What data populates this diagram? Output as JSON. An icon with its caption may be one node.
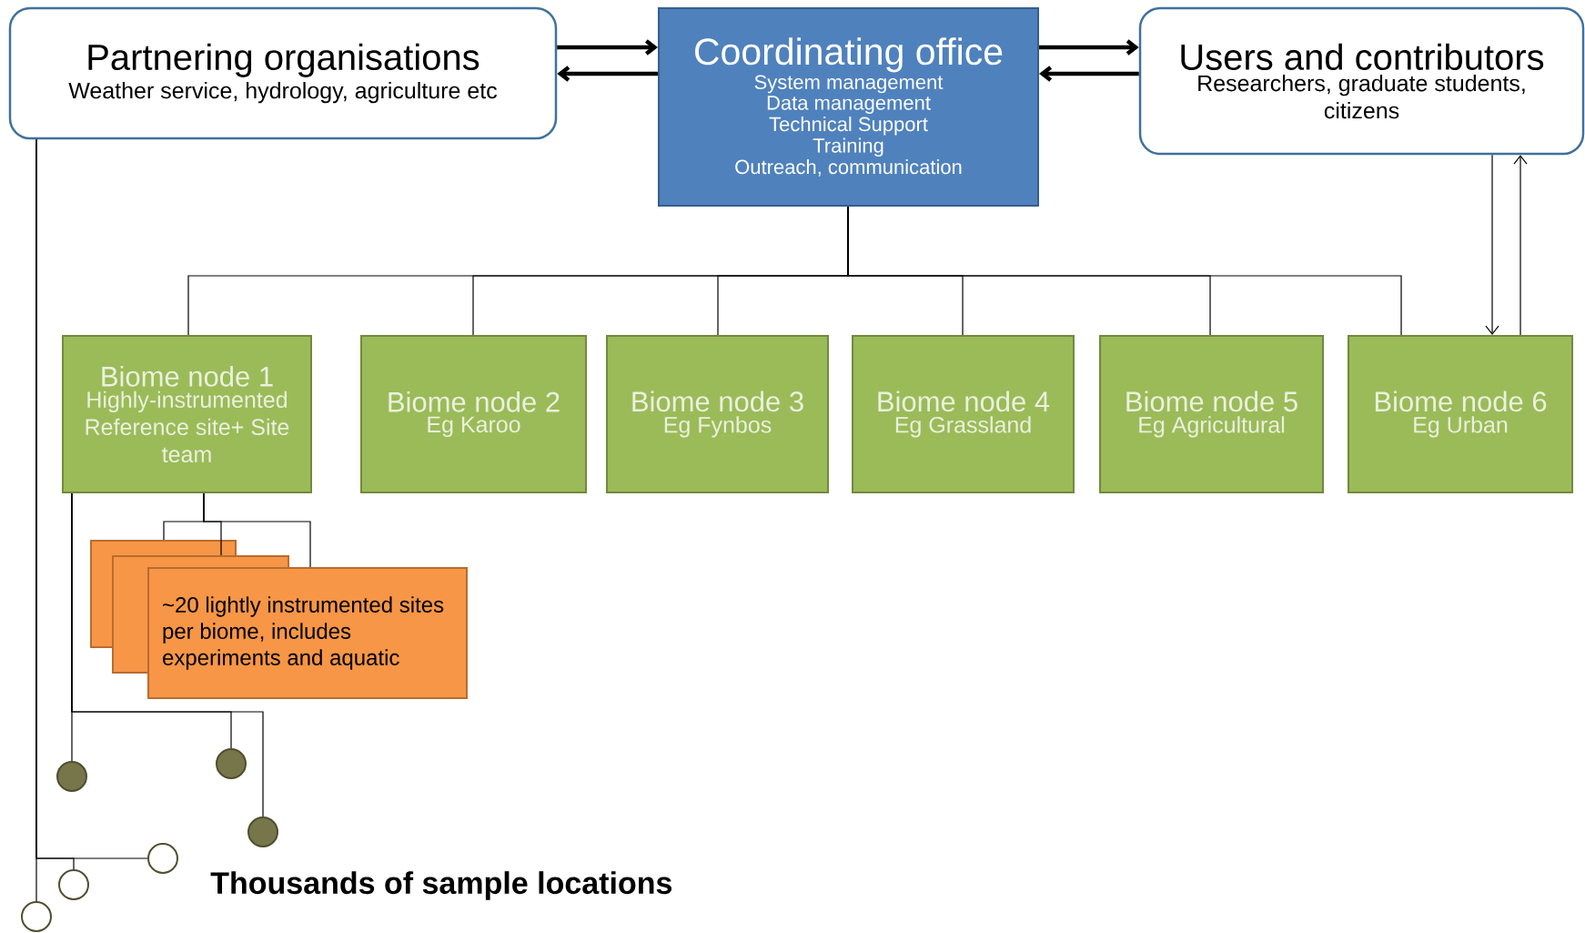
{
  "diagram": {
    "nodes": [
      {
        "text": [
          "Partnering organisations",
          "Weather service, hydrology, agriculture etc"
        ]
      },
      {
        "text": [
          "Coordinating office",
          "System management",
          "Data management",
          "Technical Support",
          "Training",
          "Outreach, communication"
        ]
      },
      {
        "text": [
          "Users and contributors",
          "Researchers, graduate students, citizens"
        ]
      },
      {
        "text": [
          "Biome node 1",
          "Highly-instrumented Reference site+ Site team"
        ]
      },
      {
        "text": [
          "Biome node 2",
          "Eg Karoo"
        ]
      },
      {
        "text": [
          "Biome node 3",
          "Eg Fynbos"
        ]
      },
      {
        "text": [
          "Biome node 4",
          "Eg Grassland"
        ]
      },
      {
        "text": [
          "Biome node 5",
          "Eg Agricultural"
        ]
      },
      {
        "text": [
          "Biome node 6",
          "Eg Urban"
        ]
      },
      {
        "text": [
          "~20 lightly instrumented sites per biome, includes experiments and aquatic"
        ]
      },
      {
        "text": [],
        "shape": "box"
      },
      {
        "text": [],
        "shape": "box"
      },
      {
        "text": [],
        "shape": "circle"
      },
      {
        "text": [],
        "shape": "circle"
      },
      {
        "text": [],
        "shape": "circle"
      },
      {
        "text": [],
        "shape": "circle"
      },
      {
        "text": [],
        "shape": "circle"
      },
      {
        "text": [],
        "shape": "circle"
      }
    ],
    "edges": [
      {
        "from": 0,
        "to": 1,
        "arrow": "to",
        "style": "thick"
      },
      {
        "from": 1,
        "to": 0,
        "arrow": "to",
        "style": "thick"
      },
      {
        "from": 1,
        "to": 2,
        "arrow": "to",
        "style": "thick"
      },
      {
        "from": 2,
        "to": 1,
        "arrow": "to",
        "style": "thick"
      },
      {
        "from": 1,
        "to": 3,
        "arrow": "none"
      },
      {
        "from": 1,
        "to": 4,
        "arrow": "none"
      },
      {
        "from": 1,
        "to": 5,
        "arrow": "none"
      },
      {
        "from": 1,
        "to": 6,
        "arrow": "none"
      },
      {
        "from": 1,
        "to": 7,
        "arrow": "none"
      },
      {
        "from": 1,
        "to": 8,
        "arrow": "none"
      },
      {
        "from": 2,
        "to": 8,
        "arrow": "to"
      },
      {
        "from": 8,
        "to": 2,
        "arrow": "to"
      },
      {
        "from": 3,
        "to": 10,
        "arrow": "none"
      },
      {
        "from": 3,
        "to": 11,
        "arrow": "none"
      },
      {
        "from": 3,
        "to": 9,
        "arrow": "none"
      },
      {
        "from": 3,
        "to": 12,
        "arrow": "none"
      },
      {
        "from": 3,
        "to": 13,
        "arrow": "none"
      },
      {
        "from": 3,
        "to": 14,
        "arrow": "none"
      },
      {
        "from": 0,
        "to": 15,
        "arrow": "none"
      },
      {
        "from": 0,
        "to": 16,
        "arrow": "none"
      },
      {
        "from": 0,
        "to": 17,
        "arrow": "none"
      }
    ],
    "labels": [
      "Thousands of sample locations"
    ]
  }
}
